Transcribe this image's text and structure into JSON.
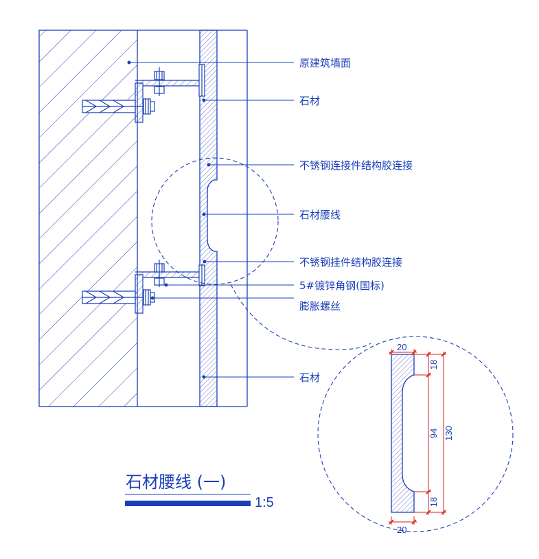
{
  "labels": {
    "wall": "原建筑墙面",
    "stone_top": "石材",
    "ss_connector": "不锈钢连接件结构胶连接",
    "waist_line": "石材腰线",
    "ss_hanger": "不锈钢挂件结构胶连接",
    "angle_steel": "5#镀锌角钢(国标)",
    "expansion_bolt": "膨胀螺丝",
    "stone_bottom": "石材"
  },
  "dimensions": {
    "top_width": "20",
    "top_step": "18",
    "recess": "94",
    "total": "130",
    "bottom_step": "18",
    "bottom_width": "20"
  },
  "title": {
    "name": "石材腰线 (一)",
    "scale": "1:5"
  },
  "colors": {
    "line": "#1a3fb8",
    "dimension": "#d81e1e",
    "background": "#ffffff"
  }
}
